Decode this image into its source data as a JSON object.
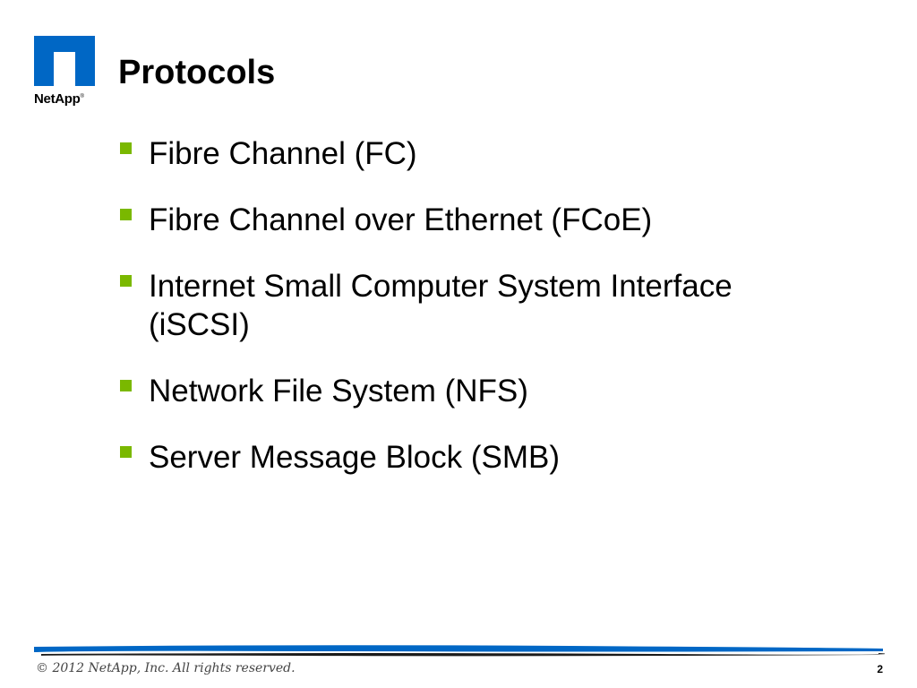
{
  "slide": {
    "title": "Protocols",
    "bullets": [
      "Fibre Channel (FC)",
      "Fibre Channel over Ethernet (FCoE)",
      "Internet Small Computer System Interface (iSCSI)",
      "Network File System (NFS)",
      "Server Message Block (SMB)"
    ]
  },
  "logo": {
    "brand": "NetApp",
    "mark": "netapp-n-icon",
    "color": "#0067C5"
  },
  "footer": {
    "copyright": "© 2012 NetApp, Inc. All rights reserved.",
    "page_number": "2"
  },
  "colors": {
    "bullet": "#7AB800",
    "rule_blue": "#0067C5",
    "rule_dark": "#1a1a1a"
  }
}
